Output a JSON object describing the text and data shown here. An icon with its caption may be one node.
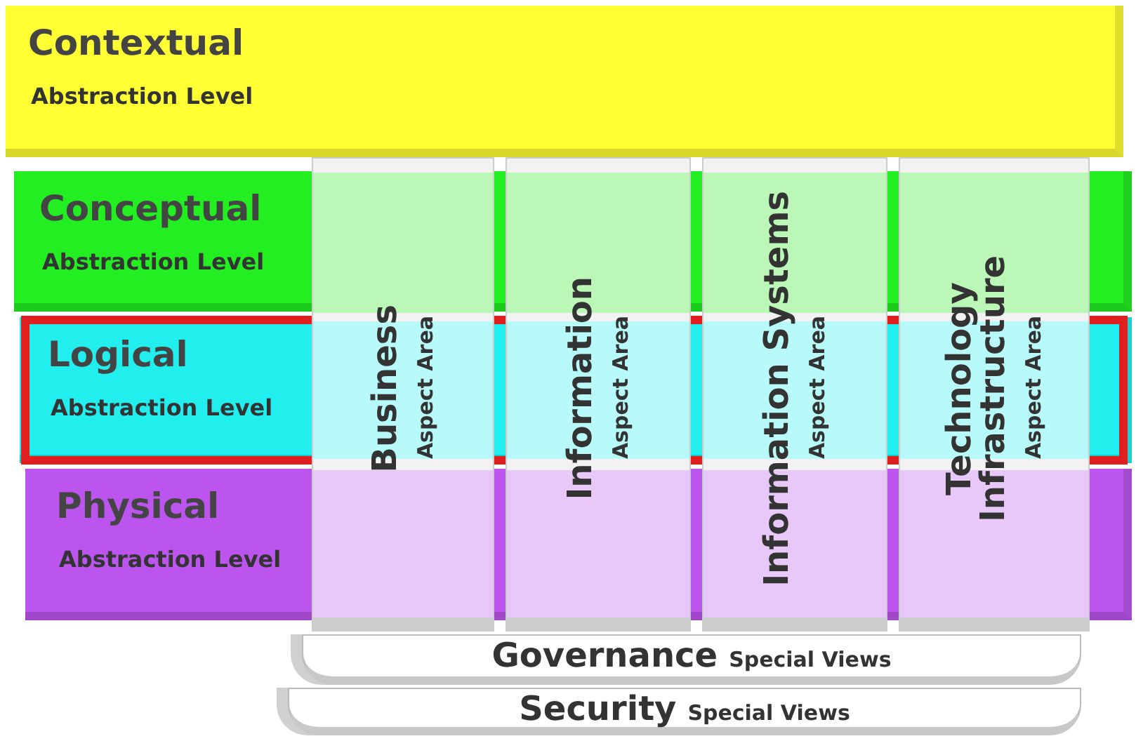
{
  "diagram": {
    "nodes": [
      {
        "text": [
          "Contextual",
          "Abstraction Level"
        ]
      },
      {
        "text": [
          "Conceptual",
          "Abstraction Level"
        ]
      },
      {
        "text": [
          "Logical",
          "Abstraction Level"
        ]
      },
      {
        "text": [
          "Physical",
          "Abstraction Level"
        ]
      },
      {
        "text": [
          "Business",
          "Aspect Area"
        ]
      },
      {
        "text": [
          "Information",
          "Aspect Area"
        ]
      },
      {
        "text": [
          "Information Systems",
          "Aspect Area"
        ]
      },
      {
        "text": [
          "Technology Infrastructure",
          "Aspect Area"
        ]
      },
      {
        "text": [
          "Governance",
          "Special Views"
        ]
      },
      {
        "text": [
          "Security",
          "Special Views"
        ]
      }
    ],
    "edges": []
  }
}
